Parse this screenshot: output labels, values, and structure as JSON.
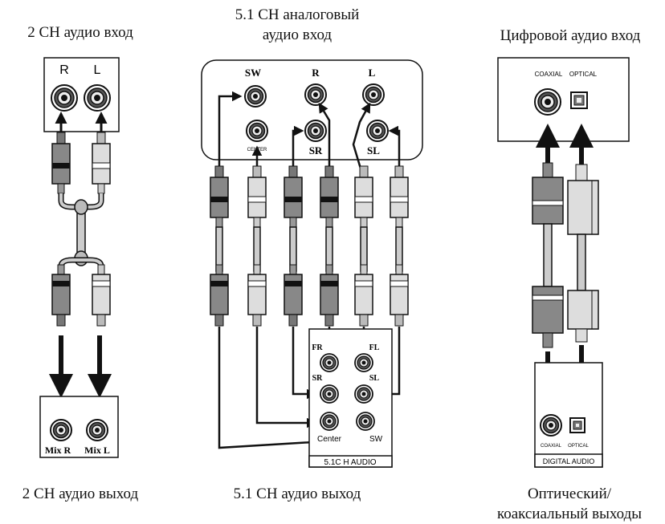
{
  "captions": {
    "stereo_in": "2 CH аудио вход",
    "analog51_in_line1": "5.1 CH аналоговый",
    "analog51_in_line2": "аудио вход",
    "digital_in": "Цифровой аудио вход",
    "stereo_out": "2 CH аудио выход",
    "analog51_out": "5.1 CH аудио выход",
    "digital_out_line1": "Оптический/",
    "digital_out_line2": "коаксиальный выходы"
  },
  "stereo_input_panel": {
    "right_label": "R",
    "left_label": "L"
  },
  "stereo_output_panel": {
    "mix_r": "Mix R",
    "mix_l": "Mix L"
  },
  "analog51_input_panel": {
    "sw": "SW",
    "r": "R",
    "l": "L",
    "center": "CENTER",
    "sr": "SR",
    "sl": "SL"
  },
  "analog51_output_panel": {
    "fr": "FR",
    "fl": "FL",
    "sr": "SR",
    "sl": "SL",
    "center": "Center",
    "sw": "SW",
    "footer": "5.1C H AUDIO"
  },
  "digital_input_panel": {
    "coaxial": "COAXIAL",
    "optical": "OPTICAL"
  },
  "digital_output_panel": {
    "coaxial": "COAXIAL",
    "optical": "OPTICAL",
    "footer": "DIGITAL AUDIO"
  }
}
